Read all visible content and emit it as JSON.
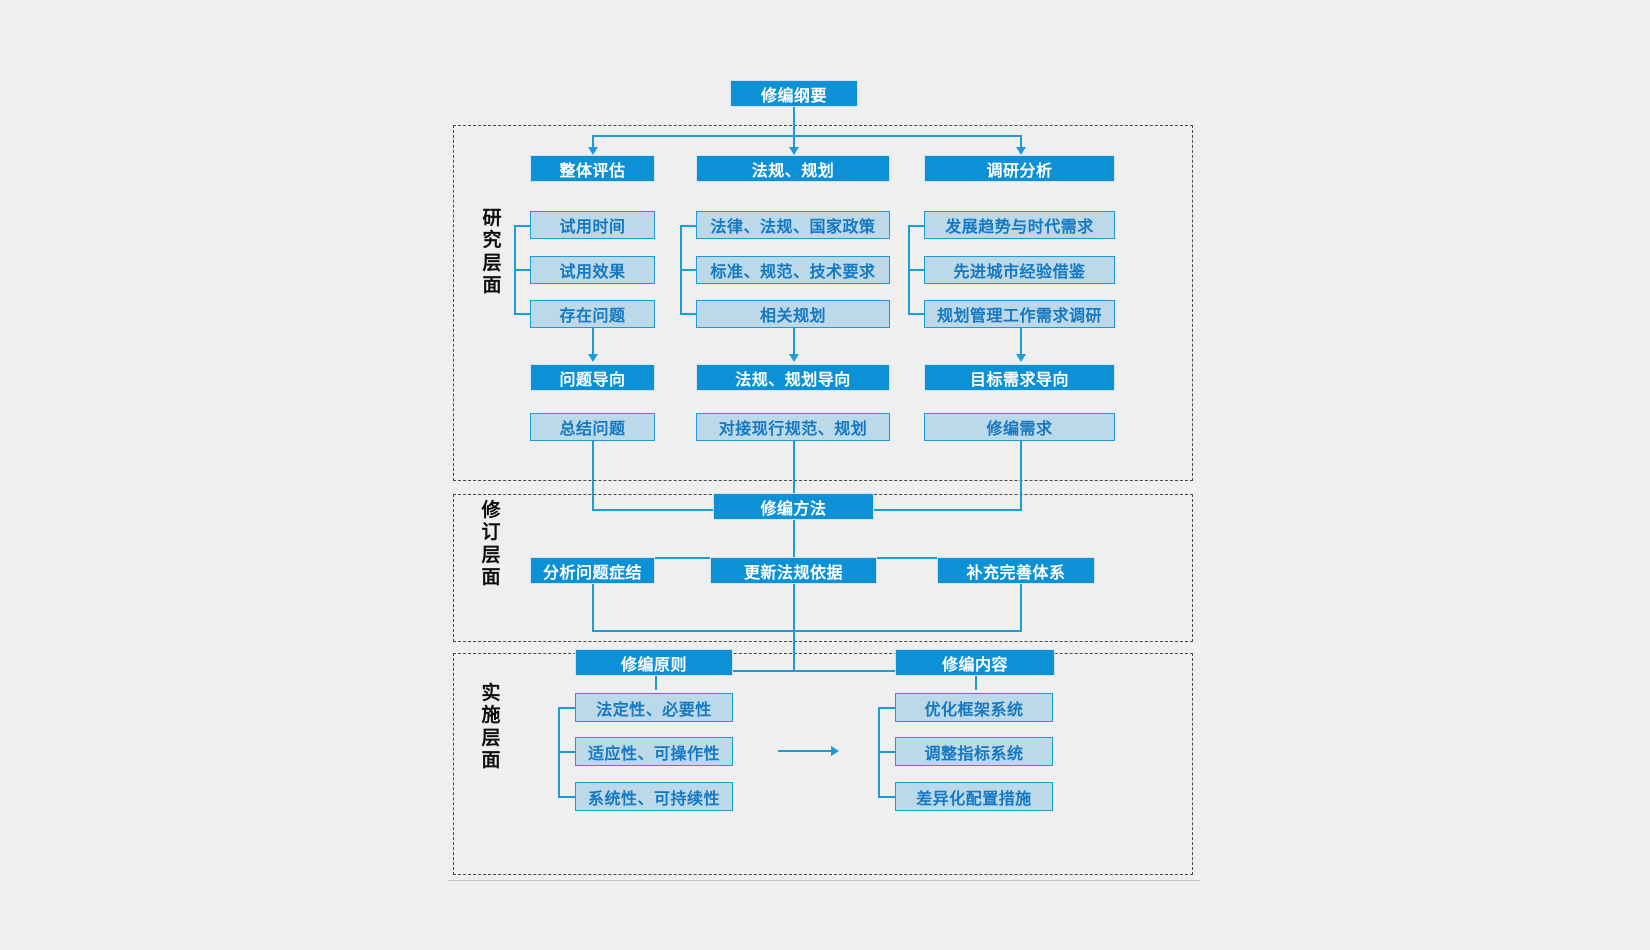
{
  "diagram": {
    "title_node": "修编纲要",
    "layers": [
      {
        "id": "research",
        "label_chars": [
          "研",
          "究",
          "层",
          "面"
        ],
        "label_text": "研究层面",
        "columns": [
          {
            "head": "整体评估",
            "items": [
              "试用时间",
              "试用效果",
              "存在问题"
            ],
            "orientation": "问题导向",
            "result": "总结问题"
          },
          {
            "head": "法规、规划",
            "items": [
              "法律、法规、国家政策",
              "标准、规范、技术要求",
              "相关规划"
            ],
            "orientation": "法规、规划导向",
            "result": "对接现行规范、规划"
          },
          {
            "head": "调研分析",
            "items": [
              "发展趋势与时代需求",
              "先进城市经验借鉴",
              "规划管理工作需求调研"
            ],
            "orientation": "目标需求导向",
            "result": "修编需求"
          }
        ]
      },
      {
        "id": "revision",
        "label_chars": [
          "修",
          "订",
          "层",
          "面"
        ],
        "label_text": "修订层面",
        "head": "修编方法",
        "items": [
          "分析问题症结",
          "更新法规依据",
          "补充完善体系"
        ]
      },
      {
        "id": "implementation",
        "label_chars": [
          "实",
          "施",
          "层",
          "面"
        ],
        "label_text": "实施层面",
        "groups": [
          {
            "head": "修编原则",
            "items": [
              "法定性、必要性",
              "适应性、可操作性",
              "系统性、可持续性"
            ]
          },
          {
            "head": "修编内容",
            "items": [
              "优化框架系统",
              "调整指标系统",
              "差异化配置措施"
            ]
          }
        ]
      }
    ],
    "colors": {
      "background": "#efefef",
      "node_dark_fill": "#0c91d6",
      "node_dark_text": "#ffffff",
      "node_light_fill": "#bcd9ea",
      "node_light_border": "#1f9ad6",
      "node_light_text": "#1478c2",
      "connector": "#1b9bd8",
      "layer_border": "#4a4a4a",
      "layer_label_text": "#0d0d0d"
    }
  }
}
